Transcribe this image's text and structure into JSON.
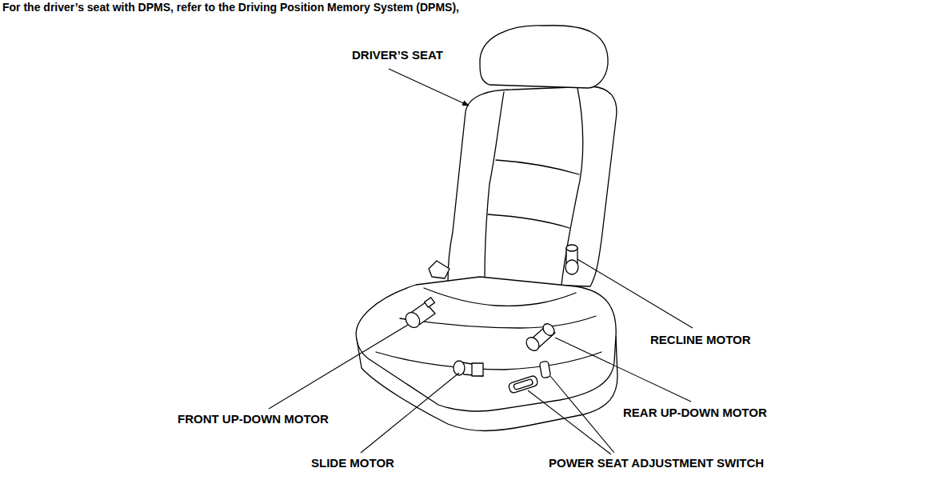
{
  "diagram": {
    "title": "For the driver’s seat with DPMS, refer to the Driving Position Memory System (DPMS),",
    "labels": [
      "DRIVER’S SEAT",
      "RECLINE MOTOR",
      "FRONT UP-DOWN MOTOR",
      "REAR UP-DOWN MOTOR",
      "SLIDE MOTOR",
      "POWER SEAT ADJUSTMENT SWITCH"
    ]
  }
}
